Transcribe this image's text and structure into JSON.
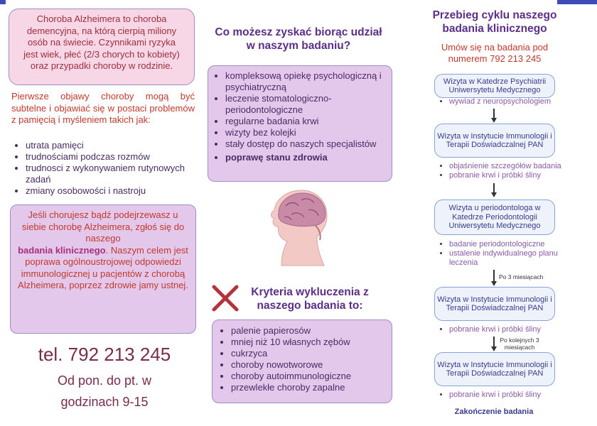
{
  "left": {
    "intro": "Choroba Alzheimera to choroba demencyjna, na którą cierpią miliony osób na świecie. Czynnikami ryzyka jest wiek, płeć (2/3 chorych to kobiety) oraz przypadki choroby w rodzinie.",
    "symptoms_intro": "Pierwsze objawy choroby mogą być subtelne i objawiać się w postaci problemów z pamięcią i myśleniem takich jak:",
    "symptoms": [
      "utrata pamięci",
      "trudnościami podczas rozmów",
      "trudnosci z wykonywaniem rutynowych zadań",
      "zmiany osobowości i nastroju"
    ],
    "cta_line1": "Jeśli chorujesz bądź podejrzewasz u siebie chorobę Alzheimera, zgłoś się do naszego",
    "cta_bold": "badania klinicznego",
    "cta_line2": ". Naszym celem jest poprawa ogólnoustrojowej odpowiedzi immunologicznej u pacjentów z chorobą Alzheimera, poprzez zdrowie jamy ustnej.",
    "phone": "tel. 792 213 245",
    "hours_line1": "Od pon. do pt. w",
    "hours_line2": "godzinach  9-15"
  },
  "middle": {
    "benefits_title": "Co możesz zyskać biorąc udział w naszym badaniu?",
    "benefits": [
      "kompleksową opiekę psychologiczną i psychiatryczną",
      "leczenie stomatologiczno-periodontologiczne",
      "regularne badania krwi",
      "wizyty bez kolejki",
      "stały dostęp do naszych specjalistów"
    ],
    "benefits_bold": "poprawę stanu zdrowia",
    "exclusion_title": "Kryteria wykluczenia z naszego badania to:",
    "exclusions": [
      "palenie papierosów",
      "mniej niż 10 własnych zębów",
      "cukrzyca",
      "choroby nowotworowe",
      "choroby autoimmunologiczne",
      "przewlekłe choroby zapalne"
    ]
  },
  "right": {
    "title": "Przebieg cyklu naszego badania klinicznego",
    "appointment": "Umów się na badania pod numerem  792 213 245",
    "step1": "Wizyta w Katedrze Psychiatrii Uniwersytetu Medycznego",
    "step1_items": [
      "wywiad z neuropsychologiem"
    ],
    "step2": "Wizyta w Instytucie Immunologii i Terapii Doświadczalnej PAN",
    "step2_items": [
      "objaśnienie szczegółów badania",
      "pobranie krwi i próbki śliny"
    ],
    "step3": "Wizyta u periodontologa w Katedrze Periodontologii Uniwersytetu Medycznego",
    "step3_items": [
      "badanie periodontologiczne",
      "ustalenie indywidualnego planu leczenia"
    ],
    "interval1": "Po 3 miesiącach",
    "step4": "Wizyta w Instytucie Immunologii i Terapii Doświadczalnej PAN",
    "step4_items": [
      "pobranie krwi i próbki śliny"
    ],
    "interval2": "Po kolejnych 3 miesiącach",
    "step5": "Wizyta w Instytucie Immunologii i Terapii Doświadczalnej PAN",
    "step5_items": [
      "pobranie krwi i próbki śliny"
    ],
    "end": "Zakończenie badania"
  },
  "colors": {
    "pink_box": "#f7d6e6",
    "purple_box": "#e4c8ec",
    "accent_red": "#c0392b",
    "title_purple": "#5b2e88",
    "flow_blue": "#3b3a8c"
  },
  "icons": [
    "brain-head-icon",
    "cross-icon"
  ]
}
